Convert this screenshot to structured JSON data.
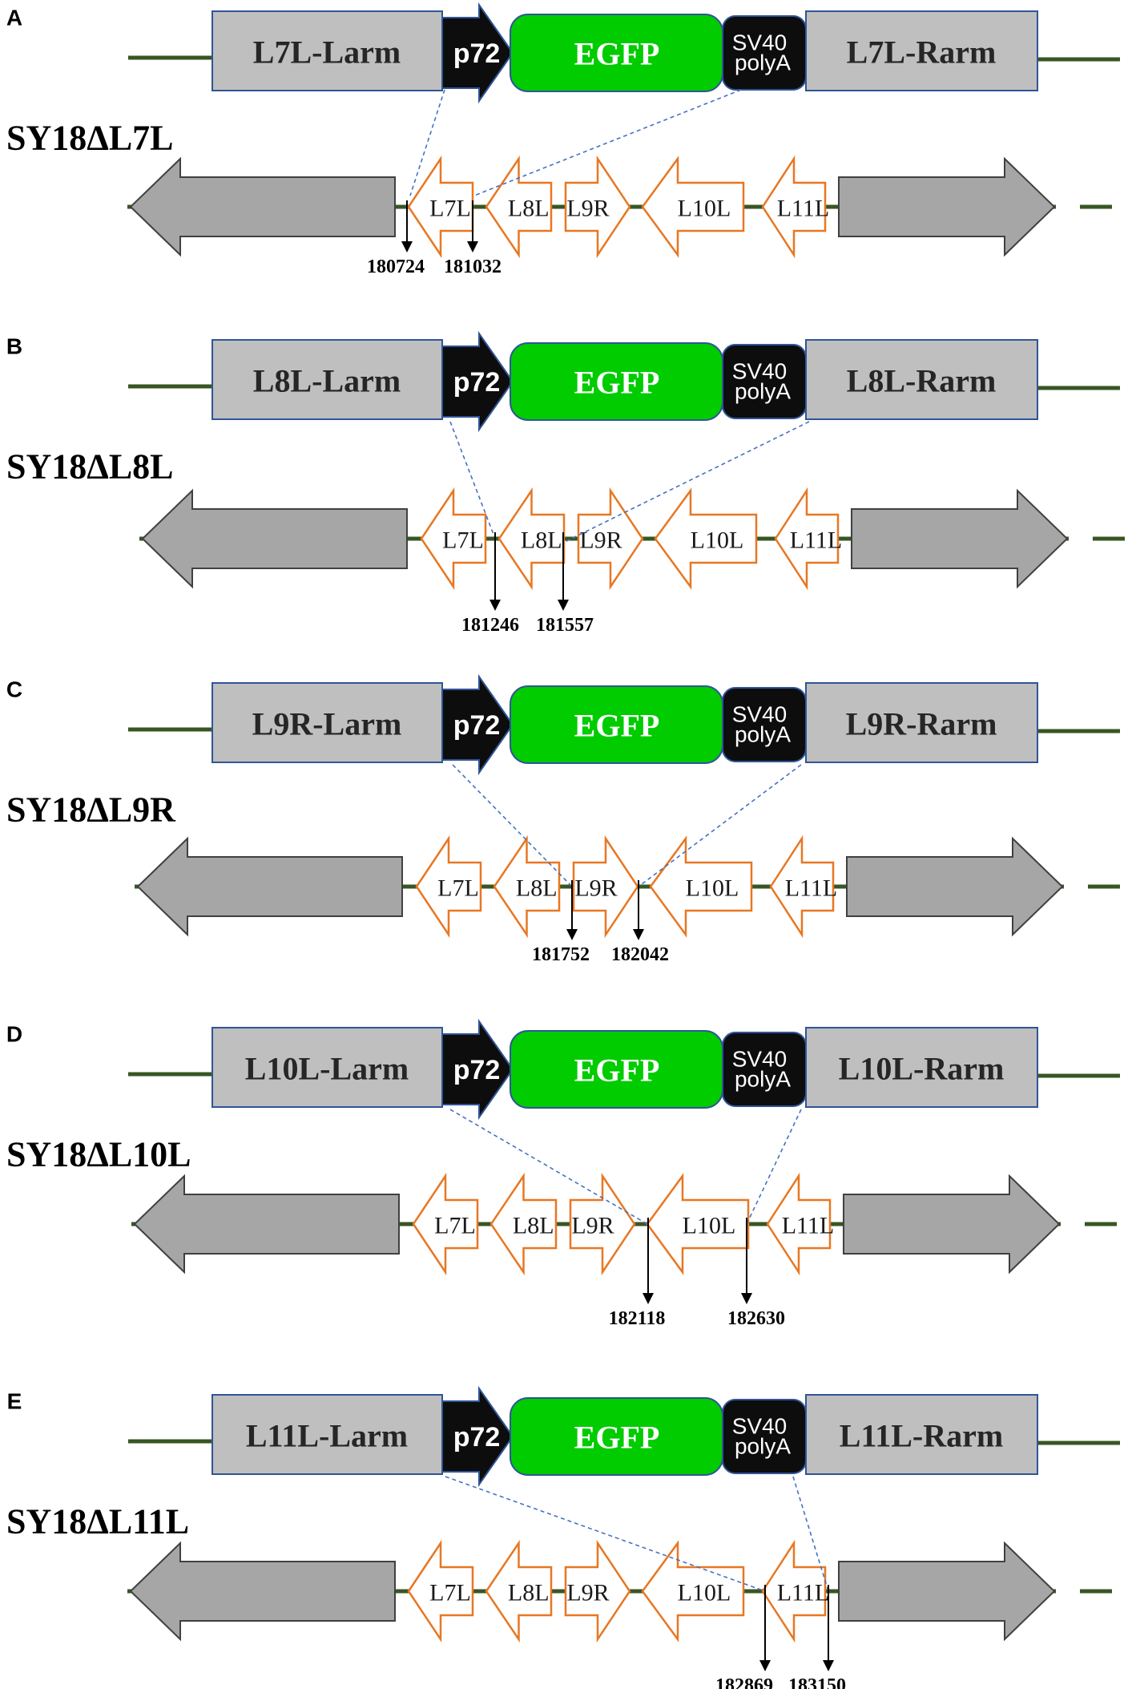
{
  "colors": {
    "backbone": "#375623",
    "arm_fill": "#bfbfbf",
    "arm_stroke": "#2f5597",
    "promoter_fill": "#0d0d0d",
    "egfp_fill": "#00cc00",
    "egfp_stroke": "#2f5597",
    "polyA_fill": "#0d0d0d",
    "gene_stroke": "#e87722",
    "flank_fill": "#a6a6a6",
    "flank_stroke": "#404040",
    "dashed_line": "#4472c4",
    "marker": "#000000"
  },
  "panels": [
    {
      "letter": "A",
      "construct": {
        "left_arm": "L7L-Larm",
        "promoter": "p72",
        "reporter": "EGFP",
        "polyA_line1": "SV40",
        "polyA_line2": "polyA",
        "right_arm": "L7L-Rarm"
      },
      "strain": "SY18ΔL7L",
      "genes": [
        "L7L",
        "L8L",
        "L9R",
        "L10L",
        "L11L"
      ],
      "positions": [
        "180724",
        "181032"
      ]
    },
    {
      "letter": "B",
      "construct": {
        "left_arm": "L8L-Larm",
        "promoter": "p72",
        "reporter": "EGFP",
        "polyA_line1": "SV40",
        "polyA_line2": "polyA",
        "right_arm": "L8L-Rarm"
      },
      "strain": "SY18ΔL8L",
      "genes": [
        "L7L",
        "L8L",
        "L9R",
        "L10L",
        "L11L"
      ],
      "positions": [
        "181246",
        "181557"
      ]
    },
    {
      "letter": "C",
      "construct": {
        "left_arm": "L9R-Larm",
        "promoter": "p72",
        "reporter": "EGFP",
        "polyA_line1": "SV40",
        "polyA_line2": "polyA",
        "right_arm": "L9R-Rarm"
      },
      "strain": "SY18ΔL9R",
      "genes": [
        "L7L",
        "L8L",
        "L9R",
        "L10L",
        "L11L"
      ],
      "positions": [
        "181752",
        "182042"
      ]
    },
    {
      "letter": "D",
      "construct": {
        "left_arm": "L10L-Larm",
        "promoter": "p72",
        "reporter": "EGFP",
        "polyA_line1": "SV40",
        "polyA_line2": "polyA",
        "right_arm": "L10L-Rarm"
      },
      "strain": "SY18ΔL10L",
      "genes": [
        "L7L",
        "L8L",
        "L9R",
        "L10L",
        "L11L"
      ],
      "positions": [
        "182118",
        "182630"
      ]
    },
    {
      "letter": "E",
      "construct": {
        "left_arm": "L11L-Larm",
        "promoter": "p72",
        "reporter": "EGFP",
        "polyA_line1": "SV40",
        "polyA_line2": "polyA",
        "right_arm": "L11L-Rarm"
      },
      "strain": "SY18ΔL11L",
      "genes": [
        "L7L",
        "L8L",
        "L9R",
        "L10L",
        "L11L"
      ],
      "positions": [
        "182869",
        "183150"
      ]
    }
  ]
}
